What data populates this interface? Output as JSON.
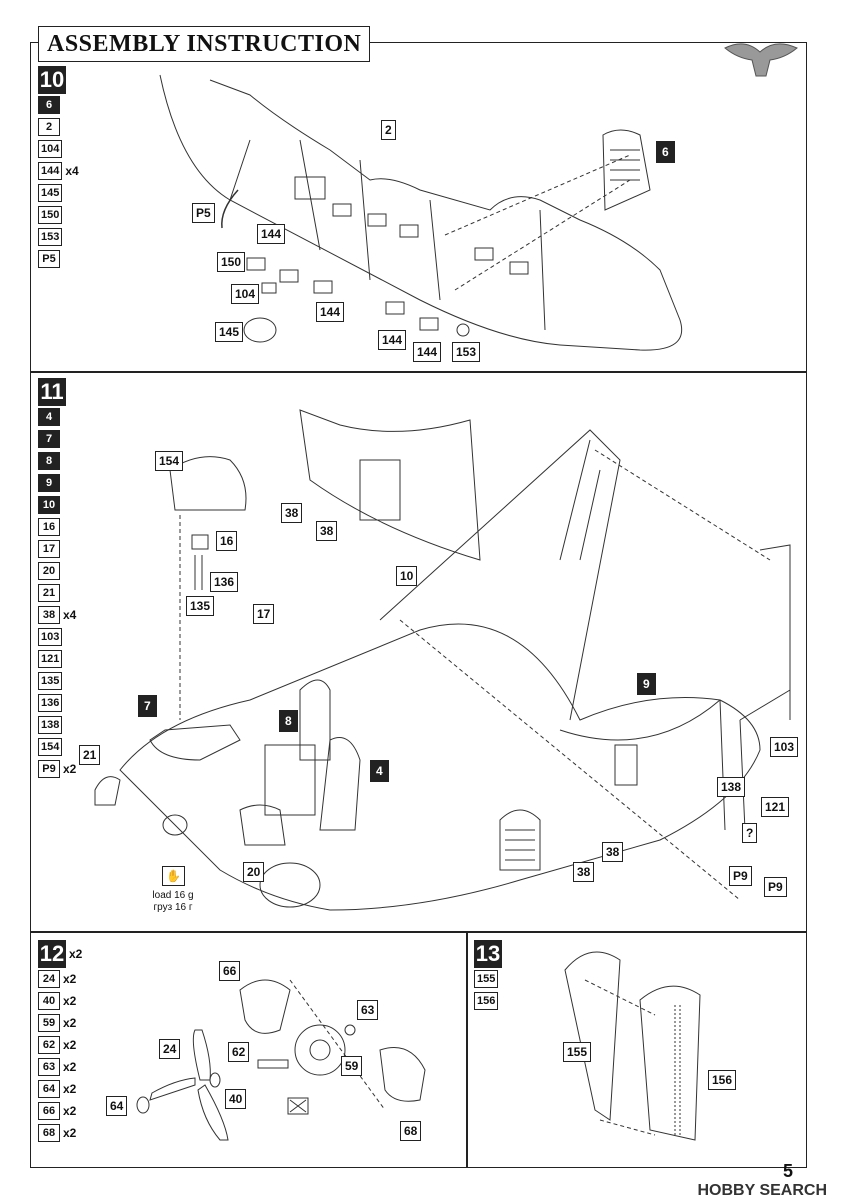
{
  "header": {
    "title": "ASSEMBLY INSTRUCTION"
  },
  "page_number": "5",
  "watermark": "HOBBY SEARCH",
  "steps": [
    {
      "num": "10",
      "parts": [
        {
          "id": "6",
          "dark": true,
          "qty": ""
        },
        {
          "id": "2",
          "qty": ""
        },
        {
          "id": "104",
          "qty": ""
        },
        {
          "id": "144",
          "qty": "x4"
        },
        {
          "id": "145",
          "qty": ""
        },
        {
          "id": "150",
          "qty": ""
        },
        {
          "id": "153",
          "qty": ""
        },
        {
          "id": "P5",
          "qty": ""
        }
      ],
      "callouts": [
        "2",
        "6",
        "P5",
        "144",
        "150",
        "104",
        "145",
        "144",
        "144",
        "144",
        "153"
      ]
    },
    {
      "num": "11",
      "parts": [
        {
          "id": "4",
          "dark": true,
          "qty": ""
        },
        {
          "id": "7",
          "dark": true,
          "qty": ""
        },
        {
          "id": "8",
          "dark": true,
          "qty": ""
        },
        {
          "id": "9",
          "dark": true,
          "qty": ""
        },
        {
          "id": "10",
          "dark": true,
          "qty": ""
        },
        {
          "id": "16",
          "qty": ""
        },
        {
          "id": "17",
          "qty": ""
        },
        {
          "id": "20",
          "qty": ""
        },
        {
          "id": "21",
          "qty": ""
        },
        {
          "id": "38",
          "qty": "x4"
        },
        {
          "id": "103",
          "qty": ""
        },
        {
          "id": "121",
          "qty": ""
        },
        {
          "id": "135",
          "qty": ""
        },
        {
          "id": "136",
          "qty": ""
        },
        {
          "id": "138",
          "qty": ""
        },
        {
          "id": "154",
          "qty": ""
        },
        {
          "id": "P9",
          "qty": "x2"
        }
      ],
      "callouts": [
        "154",
        "16",
        "136",
        "135",
        "17",
        "38",
        "38",
        "10",
        "7",
        "8",
        "21",
        "4",
        "9",
        "103",
        "138",
        "121",
        "38",
        "38",
        "20",
        "P9",
        "P9"
      ],
      "note_line1": "load 16 g",
      "note_line2": "груз 16 г"
    },
    {
      "num": "12",
      "num_qty": "x2",
      "parts": [
        {
          "id": "24",
          "qty": "x2"
        },
        {
          "id": "40",
          "qty": "x2"
        },
        {
          "id": "59",
          "qty": "x2"
        },
        {
          "id": "62",
          "qty": "x2"
        },
        {
          "id": "63",
          "qty": "x2"
        },
        {
          "id": "64",
          "qty": "x2"
        },
        {
          "id": "66",
          "qty": "x2"
        },
        {
          "id": "68",
          "qty": "x2"
        }
      ],
      "callouts": [
        "66",
        "63",
        "24",
        "62",
        "59",
        "64",
        "40",
        "68"
      ]
    },
    {
      "num": "13",
      "parts": [
        {
          "id": "155",
          "qty": ""
        },
        {
          "id": "156",
          "qty": ""
        }
      ],
      "callouts": [
        "155",
        "156"
      ]
    }
  ]
}
